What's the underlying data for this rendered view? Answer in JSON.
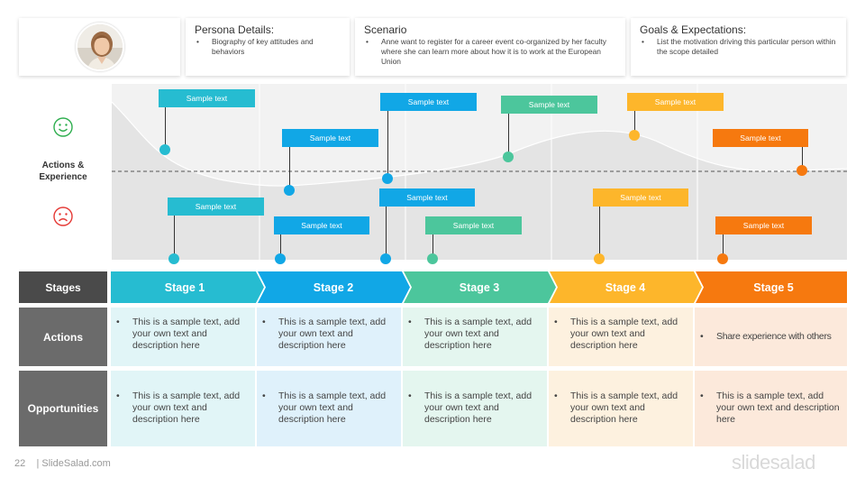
{
  "header": {
    "persona": {
      "title": "Persona Details:",
      "bullets": [
        "Biography of key attitudes and behaviors"
      ]
    },
    "scenario": {
      "title": "Scenario",
      "bullets": [
        "Anne want to register for a career event co-organized by her faculty where she can learn more about how it is to work at the European Union"
      ]
    },
    "goals": {
      "title": "Goals & Expectations:",
      "bullets": [
        "List the motivation driving this particular person within the scope detailed"
      ]
    }
  },
  "experience": {
    "label": "Actions & Experience",
    "callouts": [
      {
        "text": "Sample text",
        "color": "#26BCD1"
      },
      {
        "text": "Sample text",
        "color": "#26BCD1"
      },
      {
        "text": "Sample text",
        "color": "#11A7E6"
      },
      {
        "text": "Sample text",
        "color": "#11A7E6"
      },
      {
        "text": "Sample text",
        "color": "#11A7E6"
      },
      {
        "text": "Sample text",
        "color": "#11A7E6"
      },
      {
        "text": "Sample text",
        "color": "#4CC69C"
      },
      {
        "text": "Sample text",
        "color": "#4CC69C"
      },
      {
        "text": "Sample text",
        "color": "#FDB62B"
      },
      {
        "text": "Sample text",
        "color": "#FDB62B"
      },
      {
        "text": "Sample text",
        "color": "#F6790F"
      },
      {
        "text": "Sample text",
        "color": "#F6790F"
      }
    ]
  },
  "table": {
    "row_headers": {
      "stages": "Stages",
      "actions": "Actions",
      "opportunities": "Opportunities"
    },
    "stages": [
      {
        "name": "Stage 1",
        "color": "#26BCD1",
        "tint": "#E1F5F7",
        "actions": [
          "This is a sample text, add your own text and description here"
        ],
        "opportunities": [
          "This is a sample text, add your own text and description here"
        ]
      },
      {
        "name": "Stage 2",
        "color": "#11A7E6",
        "tint": "#DFF1FB",
        "actions": [
          "This is a sample text, add your own text and description here"
        ],
        "opportunities": [
          "This is a sample text, add your own text and description here"
        ]
      },
      {
        "name": "Stage 3",
        "color": "#4CC69C",
        "tint": "#E4F6EF",
        "actions": [
          "This is a sample text, add your own text and description here"
        ],
        "opportunities": [
          "This is a sample text, add your own text and description here"
        ]
      },
      {
        "name": "Stage 4",
        "color": "#FDB62B",
        "tint": "#FDF1DF",
        "actions": [
          "This is a sample text, add your own text and description here"
        ],
        "opportunities": [
          "This is a sample text, add your own text and description here"
        ]
      },
      {
        "name": "Stage 5",
        "color": "#F6790F",
        "tint": "#FCE9DB",
        "actions": [
          "Share experience with others"
        ],
        "opportunities": [
          "This is a sample text, add your own text and description here"
        ]
      }
    ]
  },
  "footer": {
    "page_number": "22",
    "site": "| SlideSalad.com",
    "brand": "slidesalad"
  },
  "colors": {
    "happy": "#2EAE4E",
    "sad": "#E53935",
    "row_head_stages": "#4A4A4A",
    "row_head_other": "#6B6B6B"
  }
}
